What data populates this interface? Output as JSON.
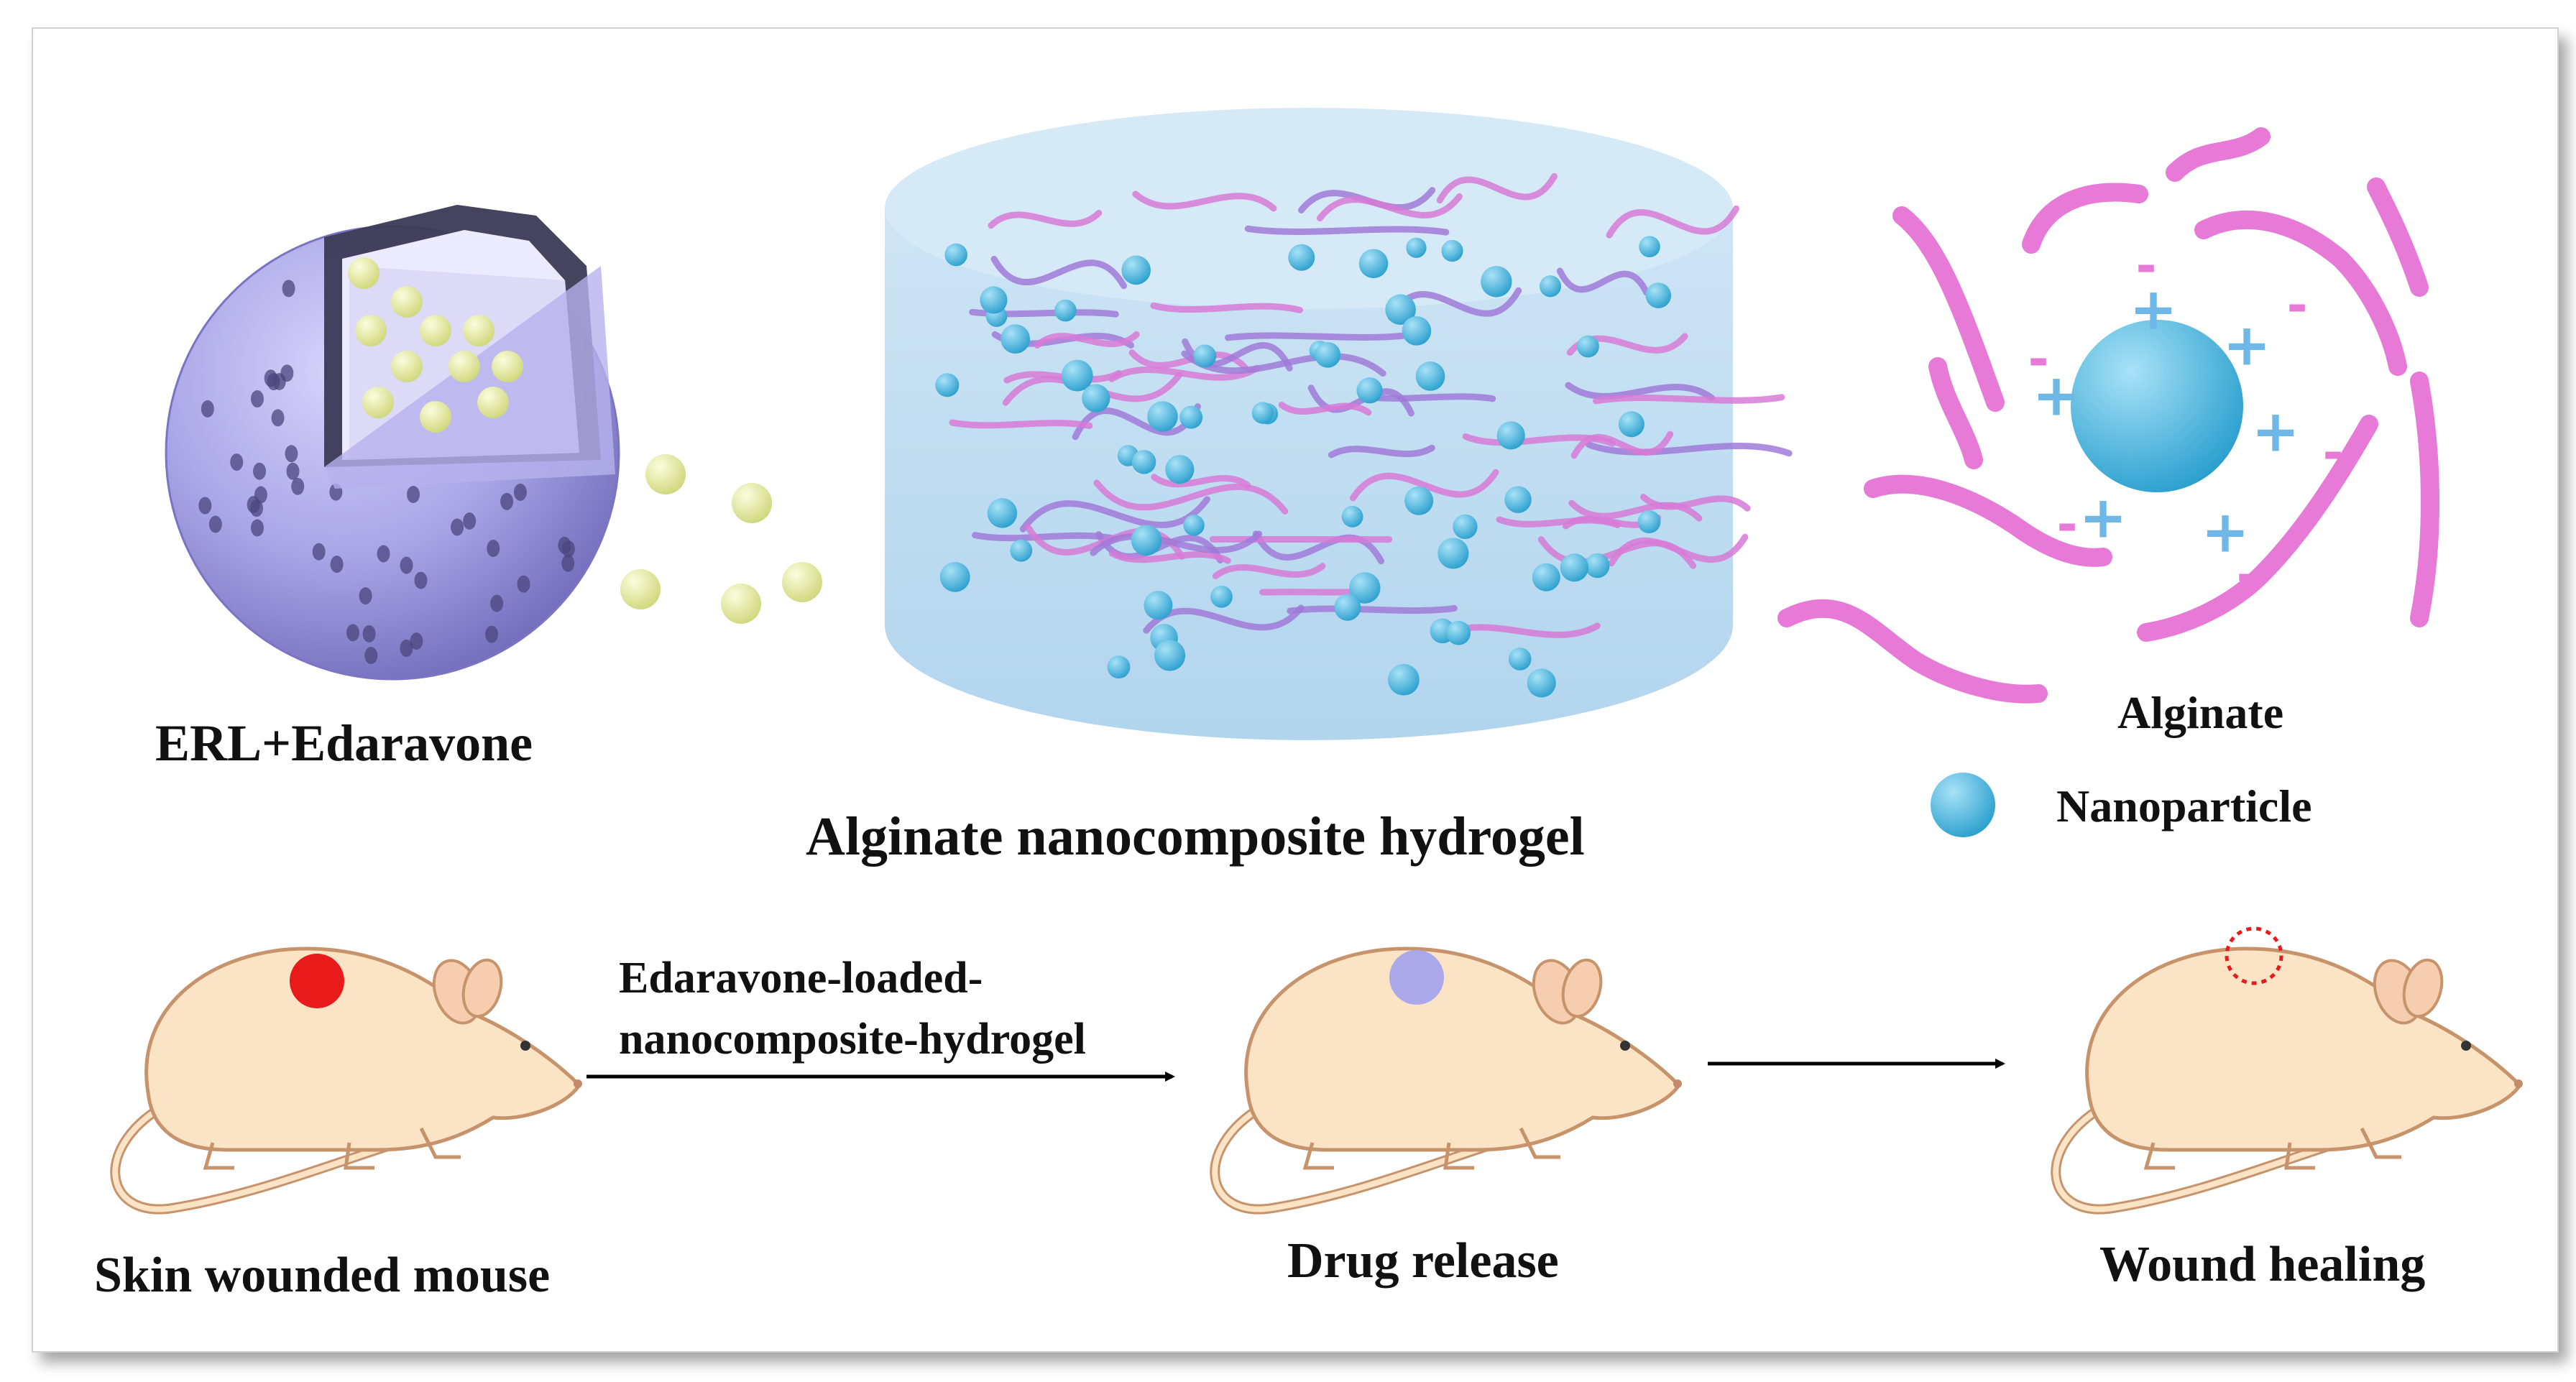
{
  "labels": {
    "erl": "ERL+Edaravone",
    "hydrogel": "Alginate nanocomposite hydrogel",
    "legend_alginate": "Alginate",
    "legend_nanoparticle": "Nanoparticle",
    "mouse_wounded": "Skin wounded mouse",
    "arrow_line1": "Edaravone-loaded-",
    "arrow_line2": "nanocomposite-hydrogel",
    "drug_release": "Drug release",
    "wound_healing": "Wound healing"
  },
  "charges": {
    "plus": "+",
    "minus": "-"
  },
  "colors": {
    "liposome": "#a9a4e6",
    "drug": "#eef3a6",
    "gel": "#b9d9ef",
    "alginate": "#e67ad6",
    "nanoparticle": "#3fb3dd",
    "charge": "#6fb7e6",
    "mouse_body": "#fbe3c6",
    "mouse_outline": "#c6936b",
    "wound": "#e81a1a",
    "gel_patch": "#aaa8e8"
  }
}
